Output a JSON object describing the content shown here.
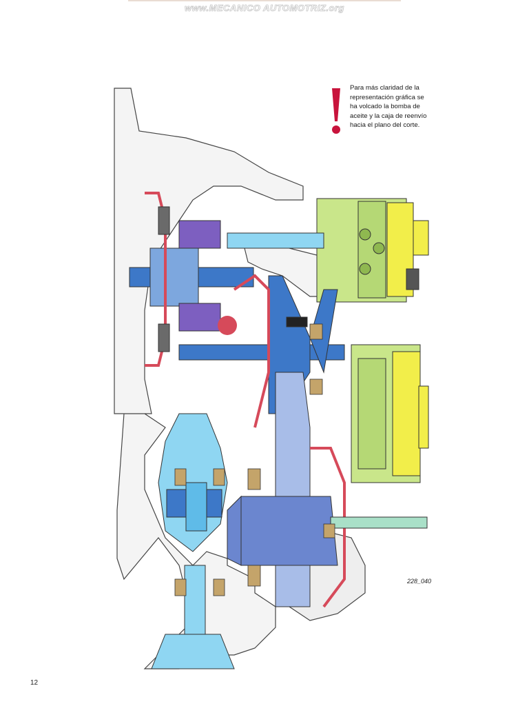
{
  "watermark": "www.MECANICO AUTOMOTRIZ.org",
  "note": {
    "text": "Para más claridad de la representación gráfica se ha volcado la bomba de aceite y la caja de reenvío hacia el plano del corte."
  },
  "figure_id": "228_040",
  "page_number": "12",
  "colors": {
    "pump": "#c9e68a",
    "yellow_part": "#f2ee4a",
    "shaft_blue": "#3d78c8",
    "light_blue": "#8fd6f2",
    "red_part": "#d64a5a",
    "purple": "#7d5fc0",
    "housing": "#f4f4f4",
    "bolt": "#c4a46a",
    "warning": "#c8143c"
  },
  "icons": {
    "warning": "exclamation-icon"
  }
}
